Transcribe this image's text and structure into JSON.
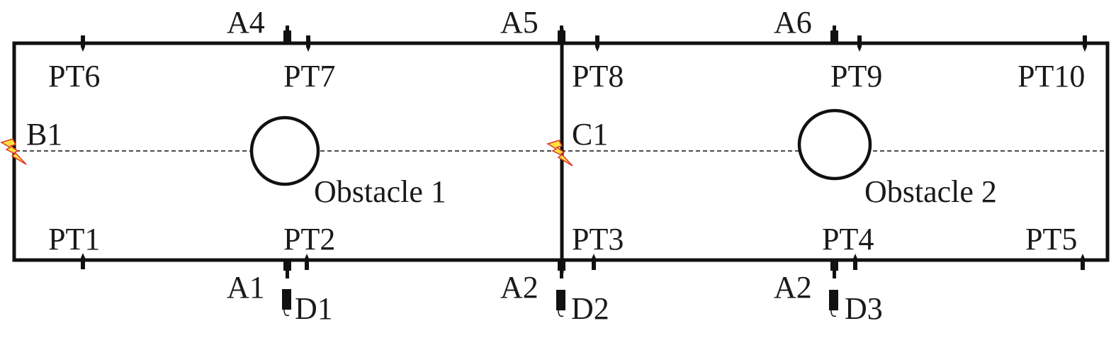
{
  "colors": {
    "line": "#111111",
    "spark_fill": "#ffe53b",
    "spark_stroke": "#e0302a"
  },
  "pressure_transducers": {
    "top": [
      "PT6",
      "PT7",
      "PT8",
      "PT9",
      "PT10"
    ],
    "bottom": [
      "PT1",
      "PT2",
      "PT3",
      "PT4",
      "PT5"
    ]
  },
  "accelerometers": {
    "top": [
      "A4",
      "A5",
      "A6"
    ],
    "bottom": [
      "A1",
      "A2",
      "A2"
    ]
  },
  "detectors": [
    "D1",
    "D2",
    "D3"
  ],
  "ignition": [
    "B1",
    "C1"
  ],
  "obstacles": [
    "Obstacle 1",
    "Obstacle 2"
  ],
  "icons": [
    "spark-icon",
    "pressure-sensor-icon",
    "accelerometer-icon",
    "detector-icon"
  ]
}
